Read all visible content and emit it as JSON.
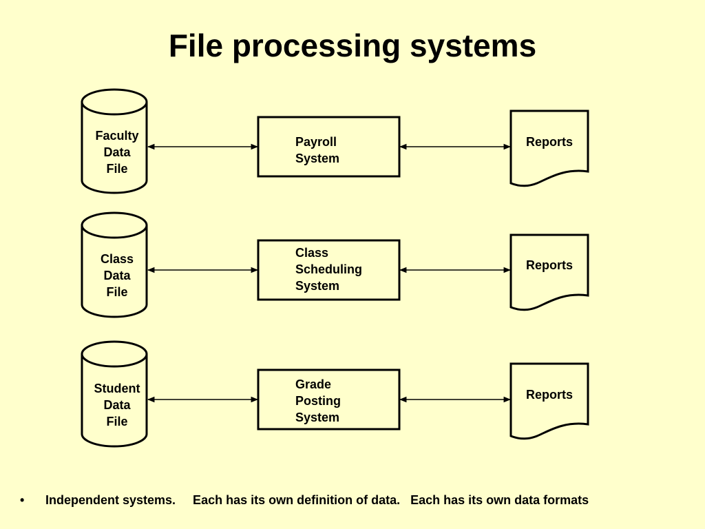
{
  "title": "File processing systems",
  "rows": [
    {
      "file_lines": [
        "Faculty",
        "Data",
        "File"
      ],
      "system_lines": [
        "Payroll",
        "System"
      ],
      "report": "Reports"
    },
    {
      "file_lines": [
        "Class",
        "Data",
        "File"
      ],
      "system_lines": [
        "Class",
        "Scheduling",
        "System"
      ],
      "report": "Reports"
    },
    {
      "file_lines": [
        "Student",
        "Data",
        "File"
      ],
      "system_lines": [
        "Grade",
        "Posting",
        "System"
      ],
      "report": "Reports"
    }
  ],
  "bullet": {
    "marker": "•",
    "text": "Independent systems.     Each has its own definition of data.   Each has its own data formats"
  }
}
